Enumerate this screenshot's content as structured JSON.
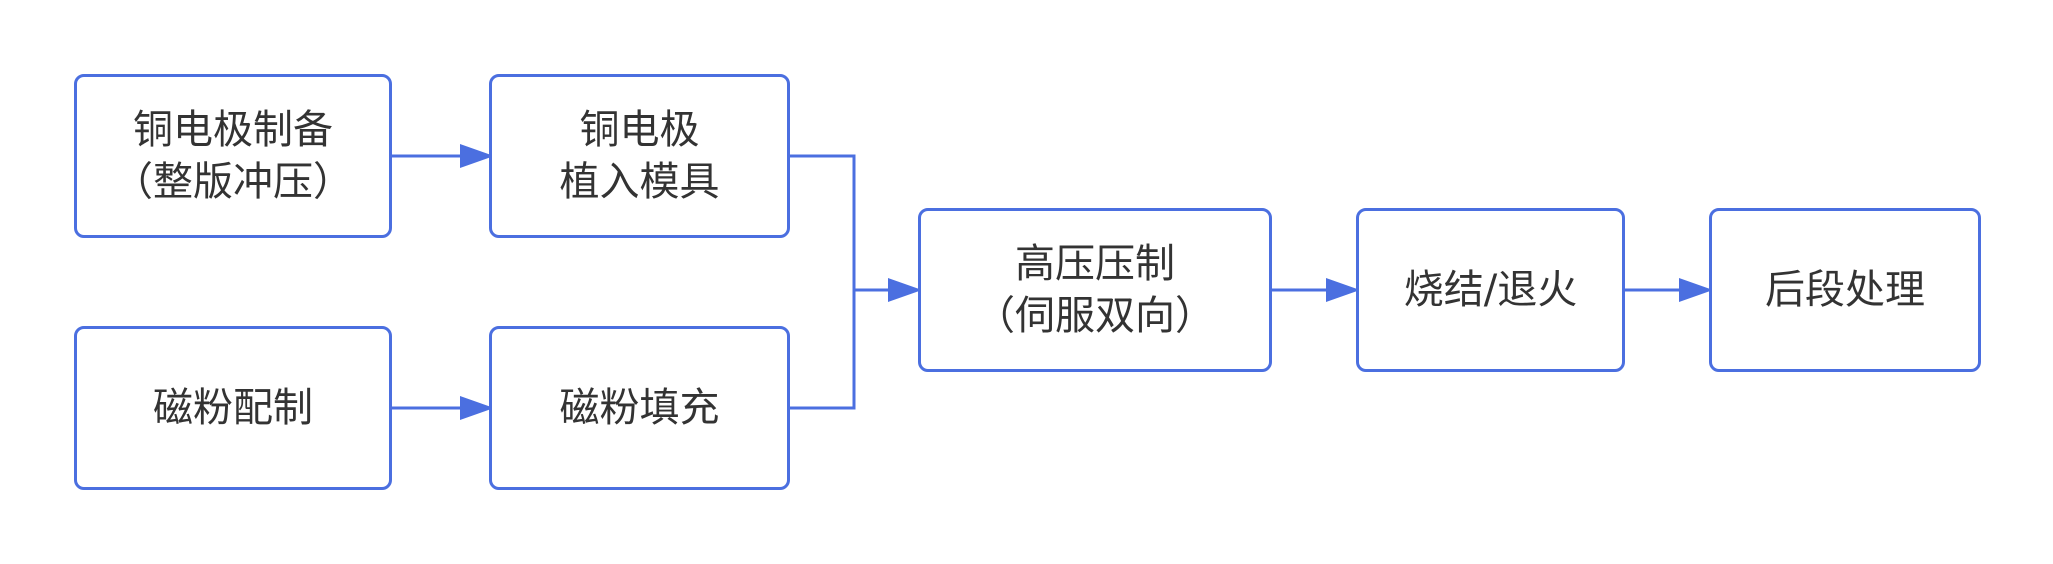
{
  "colors": {
    "stroke": "#4b6fe0",
    "text": "#333333",
    "background": "#ffffff"
  },
  "nodes": {
    "copper_prep": {
      "line1": "铜电极制备",
      "line2": "（整版冲压）"
    },
    "copper_insert": {
      "line1": "铜电极",
      "line2": "植入模具"
    },
    "powder_prep": {
      "line1": "磁粉配制"
    },
    "powder_fill": {
      "line1": "磁粉填充"
    },
    "press": {
      "line1": "高压压制",
      "line2": "（伺服双向）"
    },
    "sinter": {
      "line1": "烧结/退火"
    },
    "post": {
      "line1": "后段处理"
    }
  }
}
